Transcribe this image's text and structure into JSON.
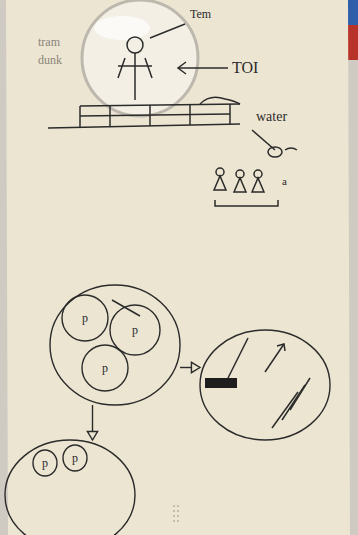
{
  "diagram": {
    "nodes": [
      {
        "text": []
      },
      {
        "text": [
          "p"
        ],
        "in": 0
      },
      {
        "text": [
          "p"
        ],
        "in": 0
      },
      {
        "text": [
          "p"
        ],
        "in": 0
      },
      {
        "text": []
      },
      {
        "text": []
      },
      {
        "text": [
          "p"
        ],
        "in": 5
      },
      {
        "text": [
          "p"
        ],
        "in": 5
      }
    ],
    "edges": [
      {
        "from": 0,
        "to": 4,
        "arrow": "to"
      },
      {
        "from": 0,
        "to": 5,
        "arrow": "to"
      }
    ],
    "labels": [
      "tram",
      "dunk",
      "Tem",
      "TOI",
      "water",
      "a"
    ]
  }
}
